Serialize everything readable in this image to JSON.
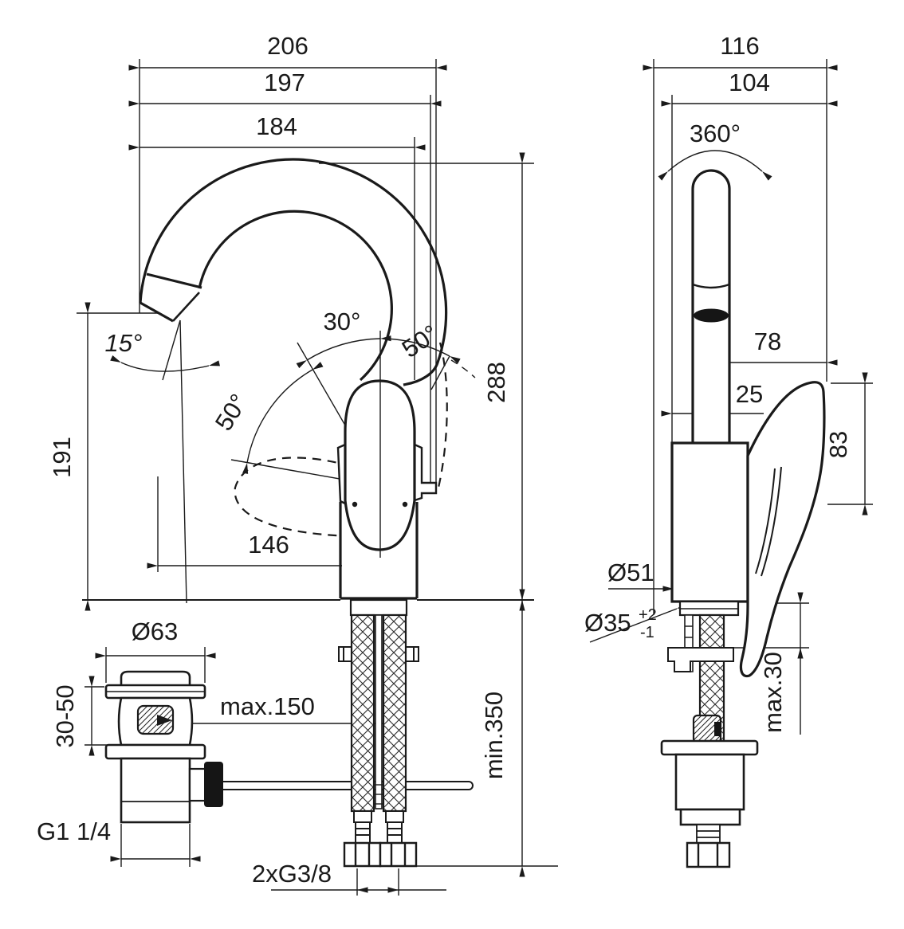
{
  "meta": {
    "background": "#ffffff",
    "ink": "#1a1a1a",
    "drawing_type": "technical dimension drawing",
    "subject": "single-lever basin mixer with high swivel spout and pop-up waste"
  },
  "front_view": {
    "width_overall": "206",
    "width_spout_pivot": "197",
    "width_body": "184",
    "spout_height": "191",
    "height_above_deck": "288",
    "spout_reach": "146",
    "outlet_angle": "15°",
    "handle_open_angle": "30°",
    "handle_swing_left": "50°",
    "handle_swing_right": "50°",
    "min_clearance": "min.350",
    "hose_leader": "max.150",
    "hose_thread": "2xG3/8"
  },
  "waste": {
    "cap_diameter": "Ø63",
    "deck_thickness_range": "30-50",
    "outlet_thread": "G1 1/4"
  },
  "side_view": {
    "depth_overall": "116",
    "depth_spout": "104",
    "swivel_range": "360°",
    "spout_reach": "78",
    "centre_offset": "25",
    "handle_height": "83",
    "base_diameter": "Ø51",
    "hole_diameter": "Ø35",
    "hole_tol_plus": "+2",
    "hole_tol_minus": "-1",
    "max_deck_thickness": "max.30"
  }
}
